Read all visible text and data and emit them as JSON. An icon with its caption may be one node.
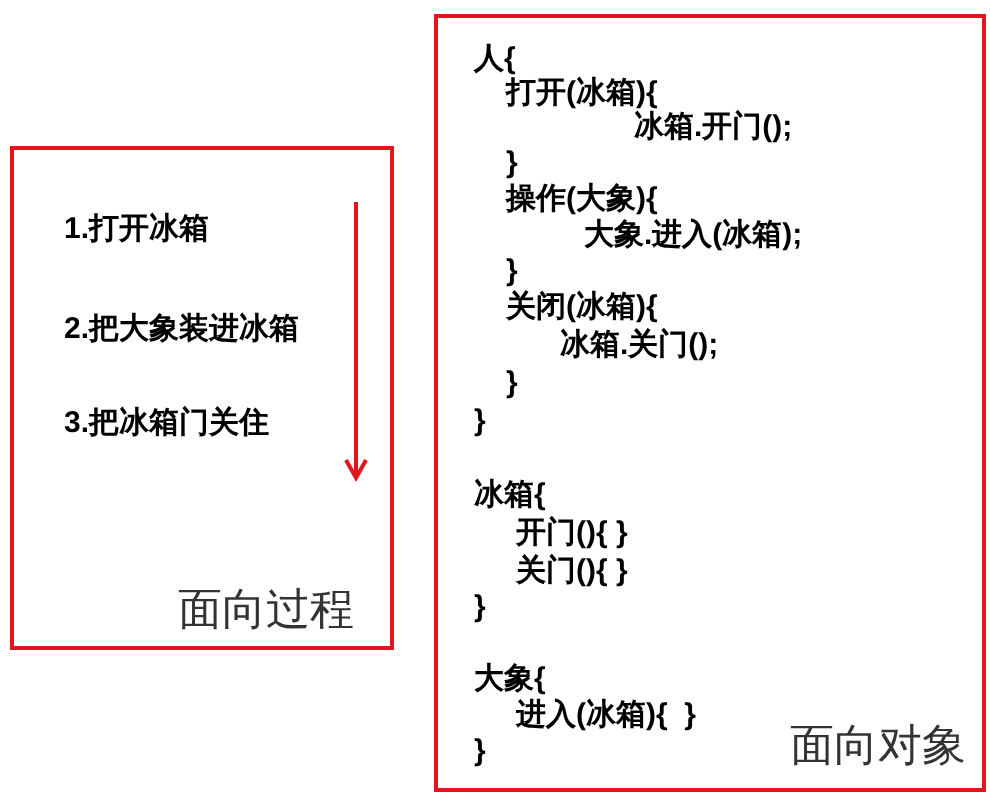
{
  "diagram": {
    "nodes": [
      {
        "text": [
          "1.打开冰箱",
          "2.把大象装进冰箱",
          "3.把冰箱门关住",
          "面向过程"
        ]
      },
      {
        "text": [
          "人{",
          "打开(冰箱){",
          "冰箱.开门();",
          "}",
          "操作(大象){",
          "大象.进入(冰箱);",
          "}",
          "关闭(冰箱){",
          "冰箱.关门();",
          "}",
          "}",
          "冰箱{",
          "开门(){ }",
          "关门(){ }",
          "}",
          "大象{",
          "进入(冰箱){  }",
          "}",
          "面向对象"
        ]
      }
    ]
  }
}
